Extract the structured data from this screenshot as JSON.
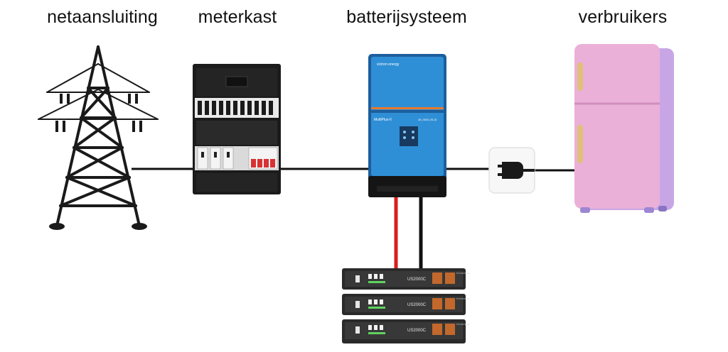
{
  "labels": {
    "grid": "netaansluiting",
    "meter": "meterkast",
    "battery_system": "batterijsysteem",
    "consumers": "verbruikers"
  },
  "inverter": {
    "brand": "victron energy",
    "model": "MultiPlus-II",
    "model_sub": "48 | 3000 | 35-32"
  },
  "batteries": {
    "model": "US2000C",
    "brand": "PYLONTECH"
  },
  "colors": {
    "inverter_blue": "#2f8fd6",
    "inverter_dark": "#1d5e9c",
    "fridge_pink": "#ebb0d8",
    "fridge_side": "#c8a6e6",
    "dc_positive": "#d81e1e",
    "cable": "#111111",
    "inverter_stripe": "#e8782a"
  }
}
